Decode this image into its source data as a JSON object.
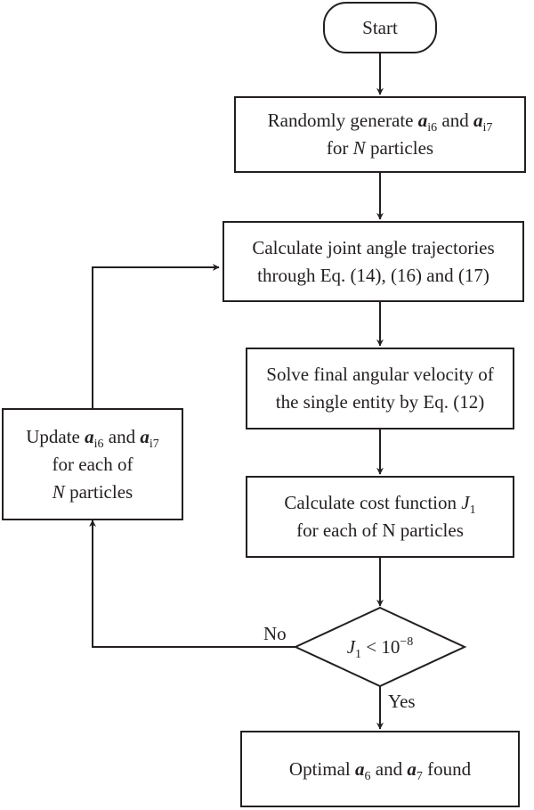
{
  "nodes": {
    "start": {
      "label": "Start"
    },
    "generate": {
      "l1_pre": "Randomly generate",
      "a": "a",
      "i6": "i6",
      "and": "and",
      "i7": "i7",
      "l2_pre": "for",
      "N": "N",
      "l2_post": "particles"
    },
    "calc_traj": {
      "line1": "Calculate joint angle trajectories",
      "line2": "through Eq. (14), (16) and (17)"
    },
    "solve": {
      "line1": "Solve final angular velocity of",
      "line2": "the single entity by Eq. (12)"
    },
    "cost": {
      "l1_pre": "Calculate cost function",
      "J": "J",
      "sub1": "1",
      "line2": "for each of N particles"
    },
    "decision": {
      "J": "J",
      "sub1": "1",
      "lt": "< 10",
      "exp": "−8"
    },
    "update": {
      "l1_pre": "Update",
      "a": "a",
      "i6": "i6",
      "and": "and",
      "i7": "i7",
      "line2": "for each of",
      "N": "N",
      "l3_post": "particles"
    },
    "optimal": {
      "pre": "Optimal",
      "a": "a",
      "s6": "6",
      "and": "and",
      "s7": "7",
      "post": "found"
    }
  },
  "edges": {
    "no_label": "No",
    "yes_label": "Yes"
  },
  "colors": {
    "stroke": "#231f20",
    "fill": "#ffffff"
  }
}
